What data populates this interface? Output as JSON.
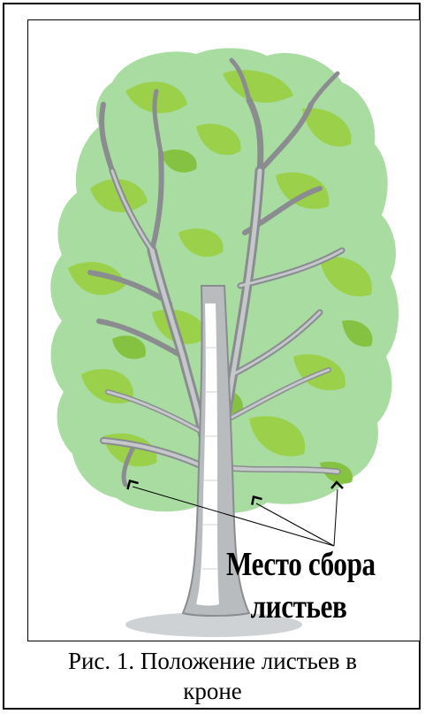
{
  "figure": {
    "callout_label_line1": "Место сбора",
    "callout_label_line2": "листьев",
    "caption_line1": "Рис. 1. Положение листьев в",
    "caption_line2": "кроне"
  },
  "colors": {
    "foliage_light": "#a8dca0",
    "foliage_mid": "#9bd04a",
    "foliage_dark": "#86c242",
    "bark": "#b9bcbf",
    "bark_dark": "#8a8c90",
    "trunk_highlight": "#ffffff",
    "arrow": "#000000"
  },
  "icons": [
    "tree-illustration",
    "collection-mark-icon"
  ]
}
